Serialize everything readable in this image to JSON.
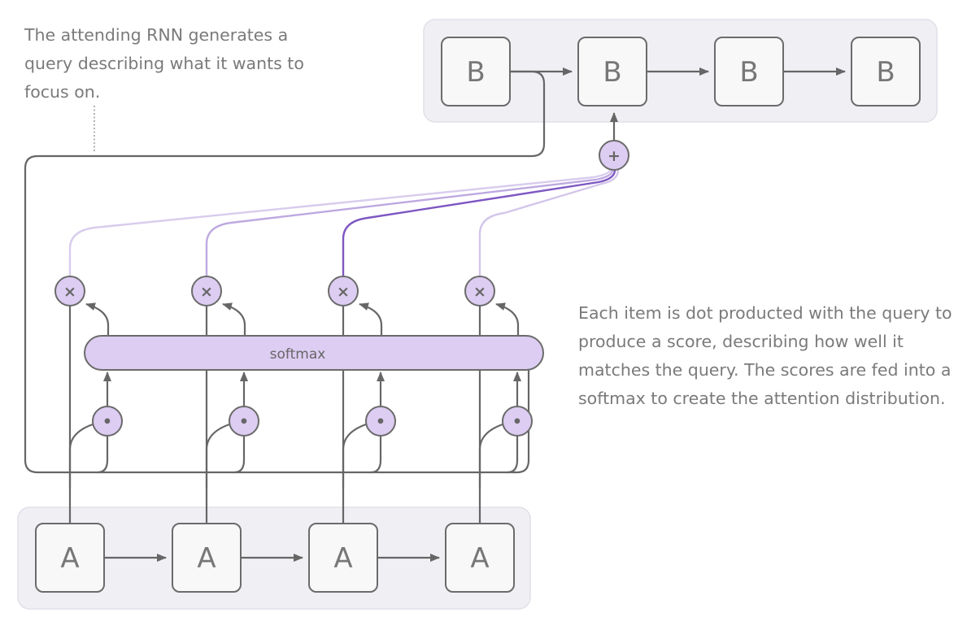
{
  "annotations": {
    "query": "The attending RNN generates a query describing what it wants to focus on.",
    "scores": "Each item is dot producted with the query to produce a score, describing how well it matches the query. The scores are fed into a softmax to create the attention distribution."
  },
  "decoder": {
    "cells": [
      "B",
      "B",
      "B",
      "B"
    ]
  },
  "encoder": {
    "cells": [
      "A",
      "A",
      "A",
      "A"
    ]
  },
  "softmax_label": "softmax",
  "ops": {
    "multiply": "×",
    "dot": "•",
    "add": "+"
  },
  "attention_weights": [
    0.15,
    0.4,
    1.0,
    0.2
  ],
  "colors": {
    "node_fill": "#f8f8f8",
    "node_stroke": "#6b6b6b",
    "group_fill": "#f0eff4",
    "group_stroke": "#e2e0e8",
    "op_fill": "#ddcdf2",
    "op_stroke": "#6b6b6b",
    "attention": "#7e57c2",
    "line": "#666666"
  }
}
